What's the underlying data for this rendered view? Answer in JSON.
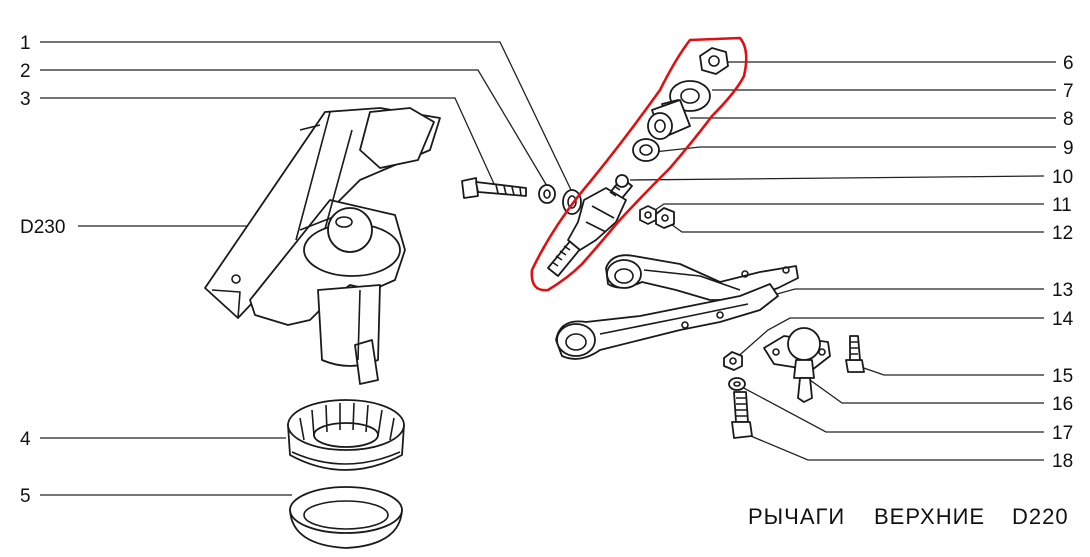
{
  "diagram": {
    "callouts_left": [
      "1",
      "2",
      "3",
      "D230",
      "4",
      "5"
    ],
    "callouts_right": [
      "6",
      "7",
      "8",
      "9",
      "10",
      "11",
      "12",
      "13",
      "14",
      "15",
      "16",
      "17",
      "18"
    ],
    "caption": {
      "word1": "РЫЧАГИ",
      "word2": "ВЕРХНИЕ",
      "code": "D220"
    },
    "highlight_color": "#e01010"
  }
}
